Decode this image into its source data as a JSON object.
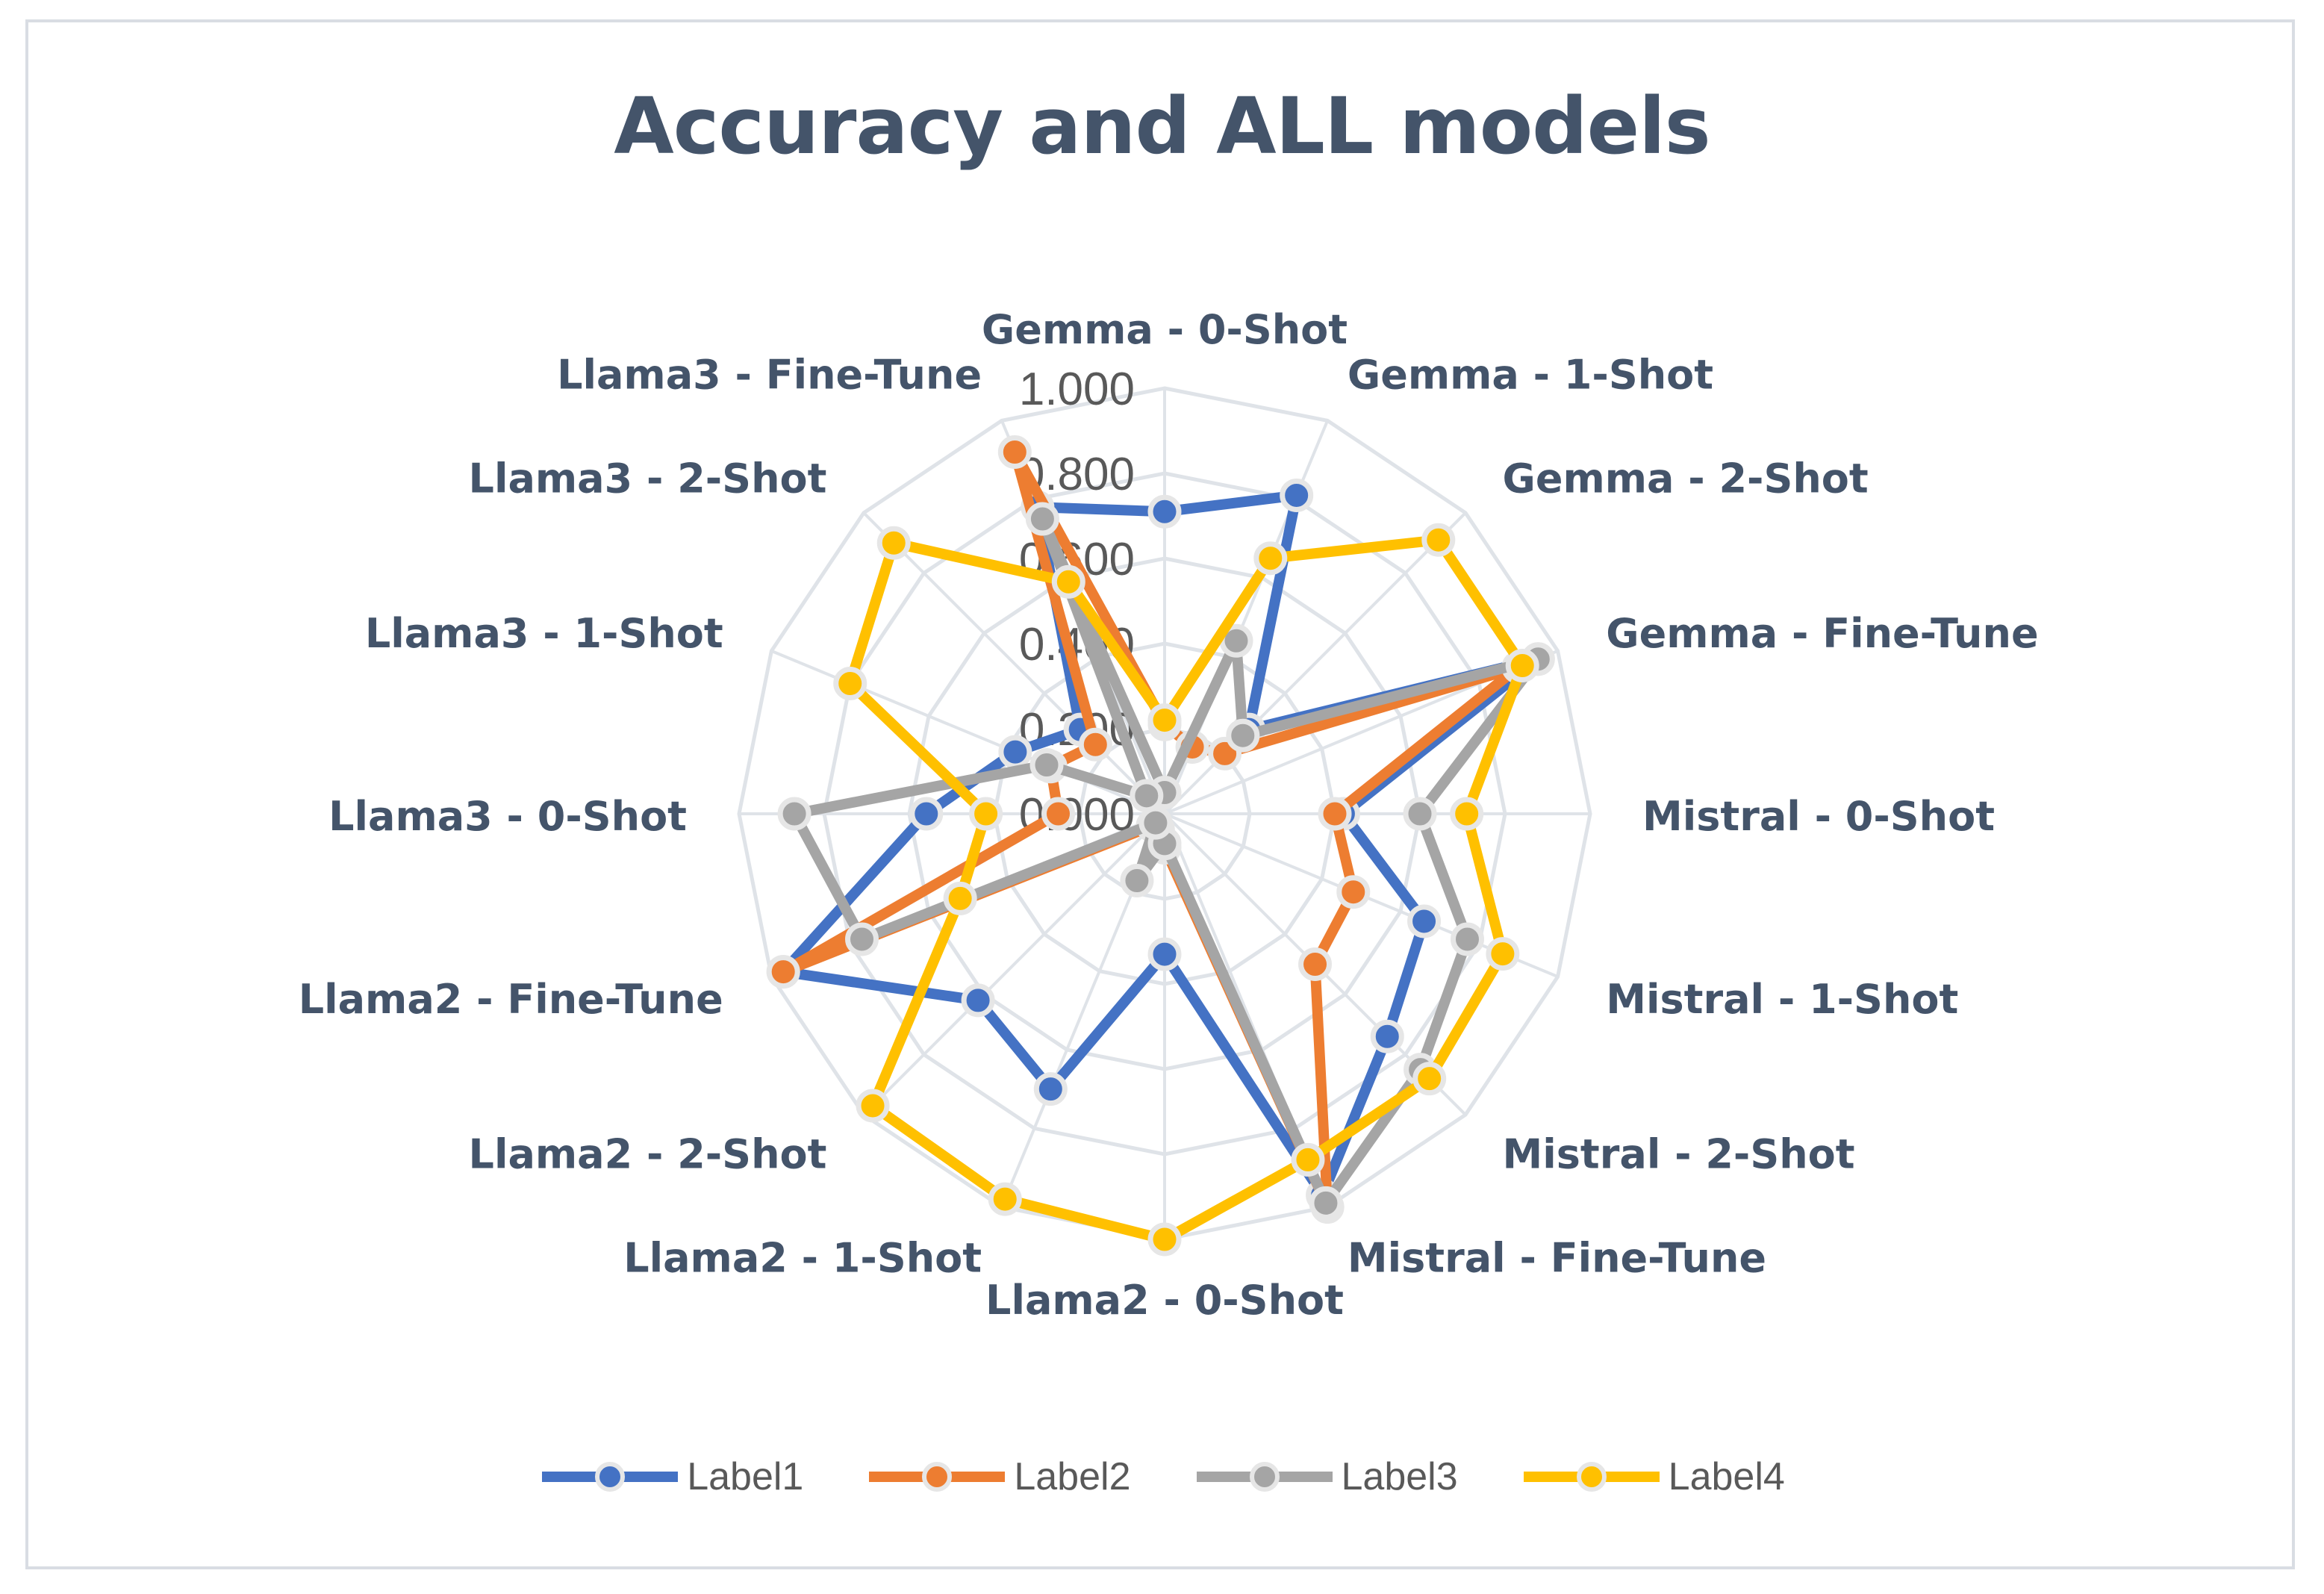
{
  "chart_data": {
    "type": "radar",
    "title": "Accuracy and ALL models",
    "categories": [
      "Gemma - 0-Shot",
      "Gemma - 1-Shot",
      "Gemma - 2-Shot",
      "Gemma - Fine-Tune",
      "Mistral - 0-Shot",
      "Mistral - 1-Shot",
      "Mistral - 2-Shot",
      "Mistral - Fine-Tune",
      "Llama2 - 0-Shot",
      "Llama2 - 1-Shot",
      "Llama2 - 2-Shot",
      "Llama2 - Fine-Tune",
      "Llama3 - 0-Shot",
      "Llama3 - 1-Shot",
      "Llama3 - 2-Shot",
      "Llama3 - Fine-Tune"
    ],
    "radial_ticks": [
      "0.000",
      "0.200",
      "0.400",
      "0.600",
      "0.800",
      "1.000"
    ],
    "rlim": [
      0,
      1
    ],
    "series": [
      {
        "name": "Label1",
        "color": "#4472c4",
        "values": [
          0.71,
          0.81,
          0.28,
          0.95,
          0.42,
          0.66,
          0.74,
          0.97,
          0.33,
          0.7,
          0.62,
          0.97,
          0.56,
          0.38,
          0.28,
          0.78
        ]
      },
      {
        "name": "Label2",
        "color": "#ed7d31",
        "values": [
          0.21,
          0.17,
          0.2,
          0.9,
          0.4,
          0.48,
          0.5,
          1.0,
          0.08,
          0.04,
          0.04,
          0.97,
          0.25,
          0.29,
          0.23,
          0.92
        ]
      },
      {
        "name": "Label3",
        "color": "#a5a5a5",
        "values": [
          0.05,
          0.44,
          0.26,
          0.95,
          0.6,
          0.77,
          0.85,
          0.99,
          0.07,
          0.17,
          0.03,
          0.77,
          0.87,
          0.3,
          0.06,
          0.75
        ]
      },
      {
        "name": "Label4",
        "color": "#ffc000",
        "values": [
          0.22,
          0.65,
          0.91,
          0.91,
          0.71,
          0.86,
          0.88,
          0.88,
          1.0,
          0.98,
          0.97,
          0.52,
          0.42,
          0.8,
          0.9,
          0.59
        ]
      }
    ],
    "grid": true,
    "legend_position": "bottom"
  }
}
